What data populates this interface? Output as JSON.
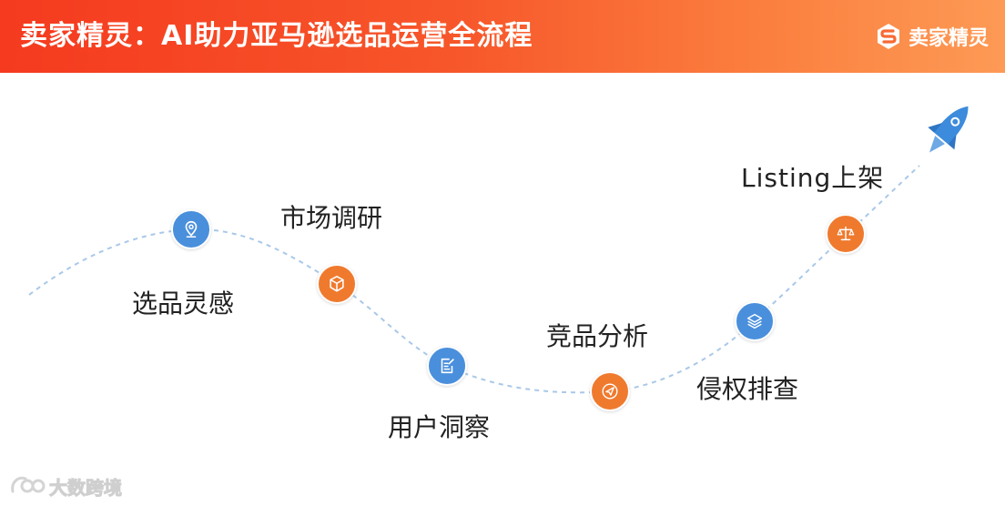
{
  "header": {
    "title": "卖家精灵：AI助力亚马逊选品运营全流程",
    "brand_name": "卖家精灵",
    "background_start": "#f53a1f",
    "background_end": "#fd9a55"
  },
  "steps": [
    {
      "label": "选品灵感",
      "icon": "location-pin-icon",
      "color": "#4a8fdc"
    },
    {
      "label": "市场调研",
      "icon": "cube-icon",
      "color": "#ef7a2e"
    },
    {
      "label": "用户洞察",
      "icon": "document-edit-icon",
      "color": "#4a8fdc"
    },
    {
      "label": "竞品分析",
      "icon": "send-icon",
      "color": "#ef7a2e"
    },
    {
      "label": "侵权排查",
      "icon": "layers-icon",
      "color": "#4a8fdc"
    },
    {
      "label": "Listing上架",
      "icon": "scale-icon",
      "color": "#ef7a2e"
    }
  ],
  "decorations": {
    "rocket_icon": "rocket-icon",
    "rocket_color": "#3d8bdc",
    "curve_color": "#a9c8e8"
  },
  "watermark": {
    "text": "大数跨境"
  }
}
